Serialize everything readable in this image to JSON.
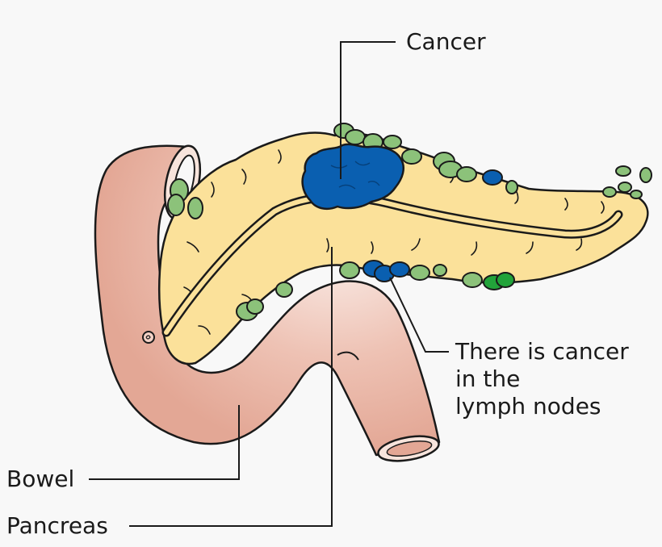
{
  "labels": {
    "cancer": "Cancer",
    "lymph_nodes": "There is cancer\nin the\nlymph nodes",
    "bowel": "Bowel",
    "pancreas": "Pancreas"
  },
  "colors": {
    "background": "#f8f8f8",
    "bowel_fill": "#e8b3a3",
    "pancreas_fill": "#fbe19a",
    "lymph_node": "#8cc27a",
    "lymph_node_dark": "#22a33a",
    "cancer": "#0a5fb0",
    "outline": "#1a1a1a"
  }
}
